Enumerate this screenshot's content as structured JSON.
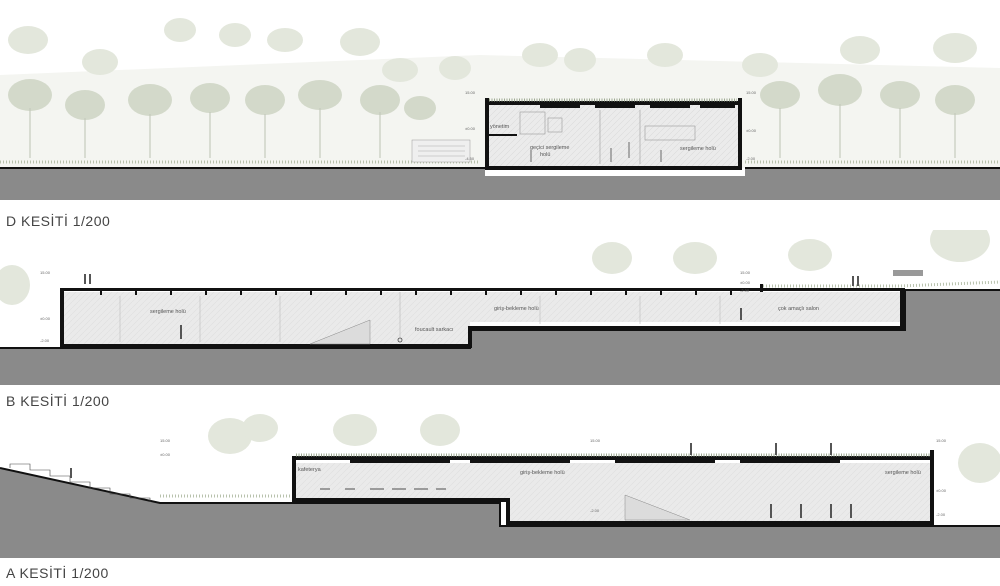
{
  "sections": [
    {
      "title": "D KESİTİ 1/200",
      "labels": {
        "yonetim": "yönetim",
        "gecici_1": "geçici sergileme",
        "gecici_2": "holü",
        "sergileme": "sergileme holü"
      },
      "elevations": {
        "left_top": "15.00",
        "left_mid1": "±0.00",
        "left_mid2": "-4.50",
        "right_top": "15.00",
        "right_mid": "±0.00",
        "right_low": "-2.00"
      }
    },
    {
      "title": "B KESİTİ 1/200",
      "labels": {
        "sergileme": "sergileme holü",
        "foucault": "foucault sarkacı",
        "giris": "giriş-bekleme holü",
        "cok_amacli": "çok amaçlı salon"
      },
      "elevations": {
        "left_top": "15.00",
        "left_mid": "±0.00",
        "left_low": "-2.00",
        "right_top": "15.00",
        "right_mid": "±0.00",
        "right_low": "-2.00"
      }
    },
    {
      "title": "A KESİTİ 1/200",
      "labels": {
        "kafeterya": "kafeterya",
        "giris": "giriş-bekleme holü",
        "sergileme": "sergileme holü"
      },
      "elevations": {
        "left_top": "15.00",
        "left_mid": "±0.00",
        "mid_top": "15.00",
        "mid_low": "-2.00",
        "right_top": "15.00",
        "right_mid": "±0.00",
        "right_low": "-2.00"
      }
    }
  ],
  "colors": {
    "ground": "#8a8a8a",
    "wall": "#111111",
    "interior": "#e7e7e7",
    "tree": "#cfd6c6",
    "ghost_tree": "#e1e5da",
    "hatch": "#b9b9b9"
  }
}
